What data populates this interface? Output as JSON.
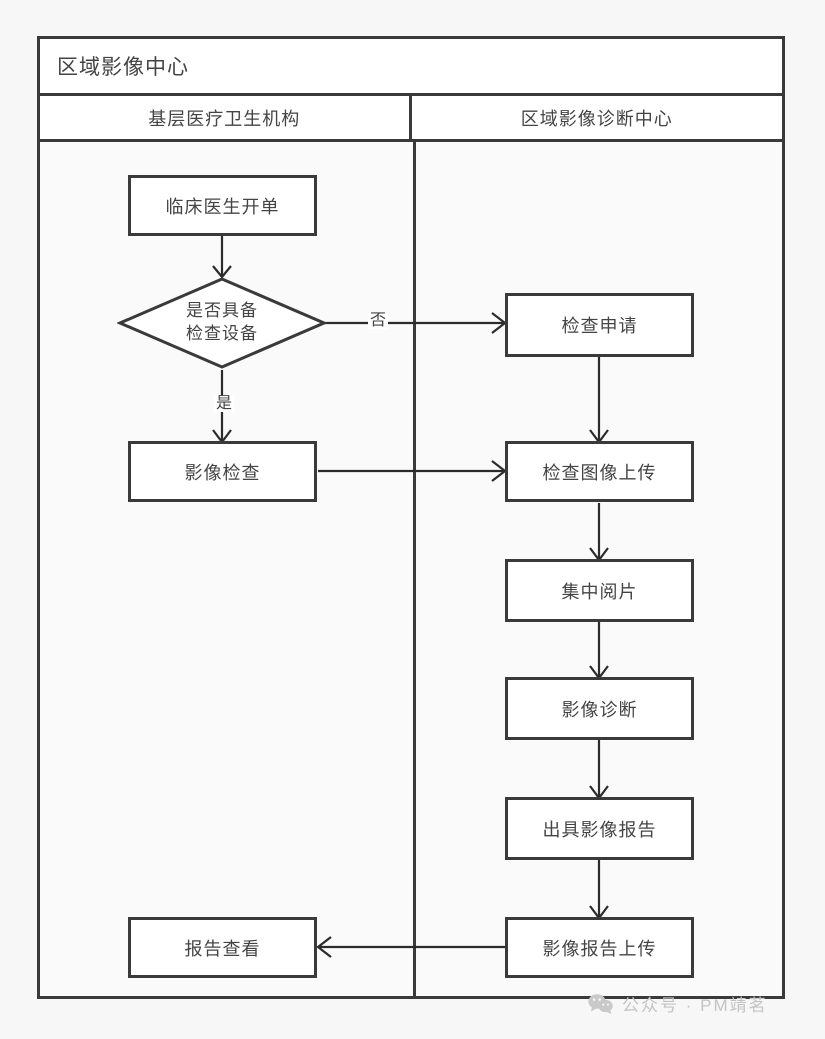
{
  "diagram": {
    "title": "区域影像中心",
    "lanes": [
      {
        "id": "grassroots",
        "label": "基层医疗卫生机构"
      },
      {
        "id": "regional-center",
        "label": "区域影像诊断中心"
      }
    ],
    "nodes": [
      {
        "id": "clinical-order",
        "lane": "grassroots",
        "type": "process",
        "label": "临床医生开单"
      },
      {
        "id": "has-equipment",
        "lane": "grassroots",
        "type": "decision",
        "label_line1": "是否具备",
        "label_line2": "检查设备"
      },
      {
        "id": "imaging-exam",
        "lane": "grassroots",
        "type": "process",
        "label": "影像检查"
      },
      {
        "id": "report-view",
        "lane": "grassroots",
        "type": "process",
        "label": "报告查看"
      },
      {
        "id": "exam-request",
        "lane": "regional-center",
        "type": "process",
        "label": "检查申请"
      },
      {
        "id": "image-upload",
        "lane": "regional-center",
        "type": "process",
        "label": "检查图像上传"
      },
      {
        "id": "central-reading",
        "lane": "regional-center",
        "type": "process",
        "label": "集中阅片"
      },
      {
        "id": "imaging-diagnosis",
        "lane": "regional-center",
        "type": "process",
        "label": "影像诊断"
      },
      {
        "id": "issue-report",
        "lane": "regional-center",
        "type": "process",
        "label": "出具影像报告"
      },
      {
        "id": "report-upload",
        "lane": "regional-center",
        "type": "process",
        "label": "影像报告上传"
      }
    ],
    "edges": [
      {
        "from": "clinical-order",
        "to": "has-equipment",
        "label": ""
      },
      {
        "from": "has-equipment",
        "to": "exam-request",
        "label": "否"
      },
      {
        "from": "has-equipment",
        "to": "imaging-exam",
        "label": "是"
      },
      {
        "from": "exam-request",
        "to": "image-upload",
        "label": ""
      },
      {
        "from": "imaging-exam",
        "to": "image-upload",
        "label": ""
      },
      {
        "from": "image-upload",
        "to": "central-reading",
        "label": ""
      },
      {
        "from": "central-reading",
        "to": "imaging-diagnosis",
        "label": ""
      },
      {
        "from": "imaging-diagnosis",
        "to": "issue-report",
        "label": ""
      },
      {
        "from": "issue-report",
        "to": "report-upload",
        "label": ""
      },
      {
        "from": "report-upload",
        "to": "report-view",
        "label": ""
      }
    ],
    "edge_labels": {
      "no": "否",
      "yes": "是"
    },
    "colors": {
      "stroke": "#3a3a3a",
      "node_fill": "#ffffff",
      "lane_fill": "#fafafa",
      "text": "#444444",
      "watermark": "#c3c3c3"
    }
  },
  "watermark": {
    "icon": "wechat-icon",
    "text": "公众号 · PM靖茗"
  }
}
